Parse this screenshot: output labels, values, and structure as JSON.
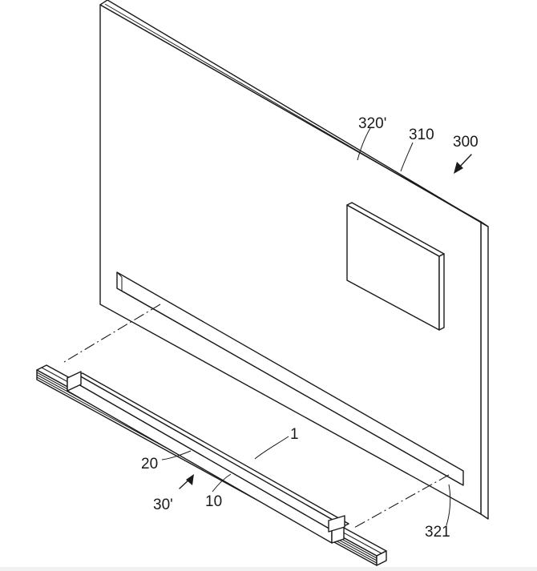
{
  "labels": {
    "ref_300": "300",
    "ref_310": "310",
    "ref_320p": "320'",
    "ref_321": "321",
    "ref_1": "1",
    "ref_10": "10",
    "ref_20": "20",
    "ref_30p": "30'"
  }
}
